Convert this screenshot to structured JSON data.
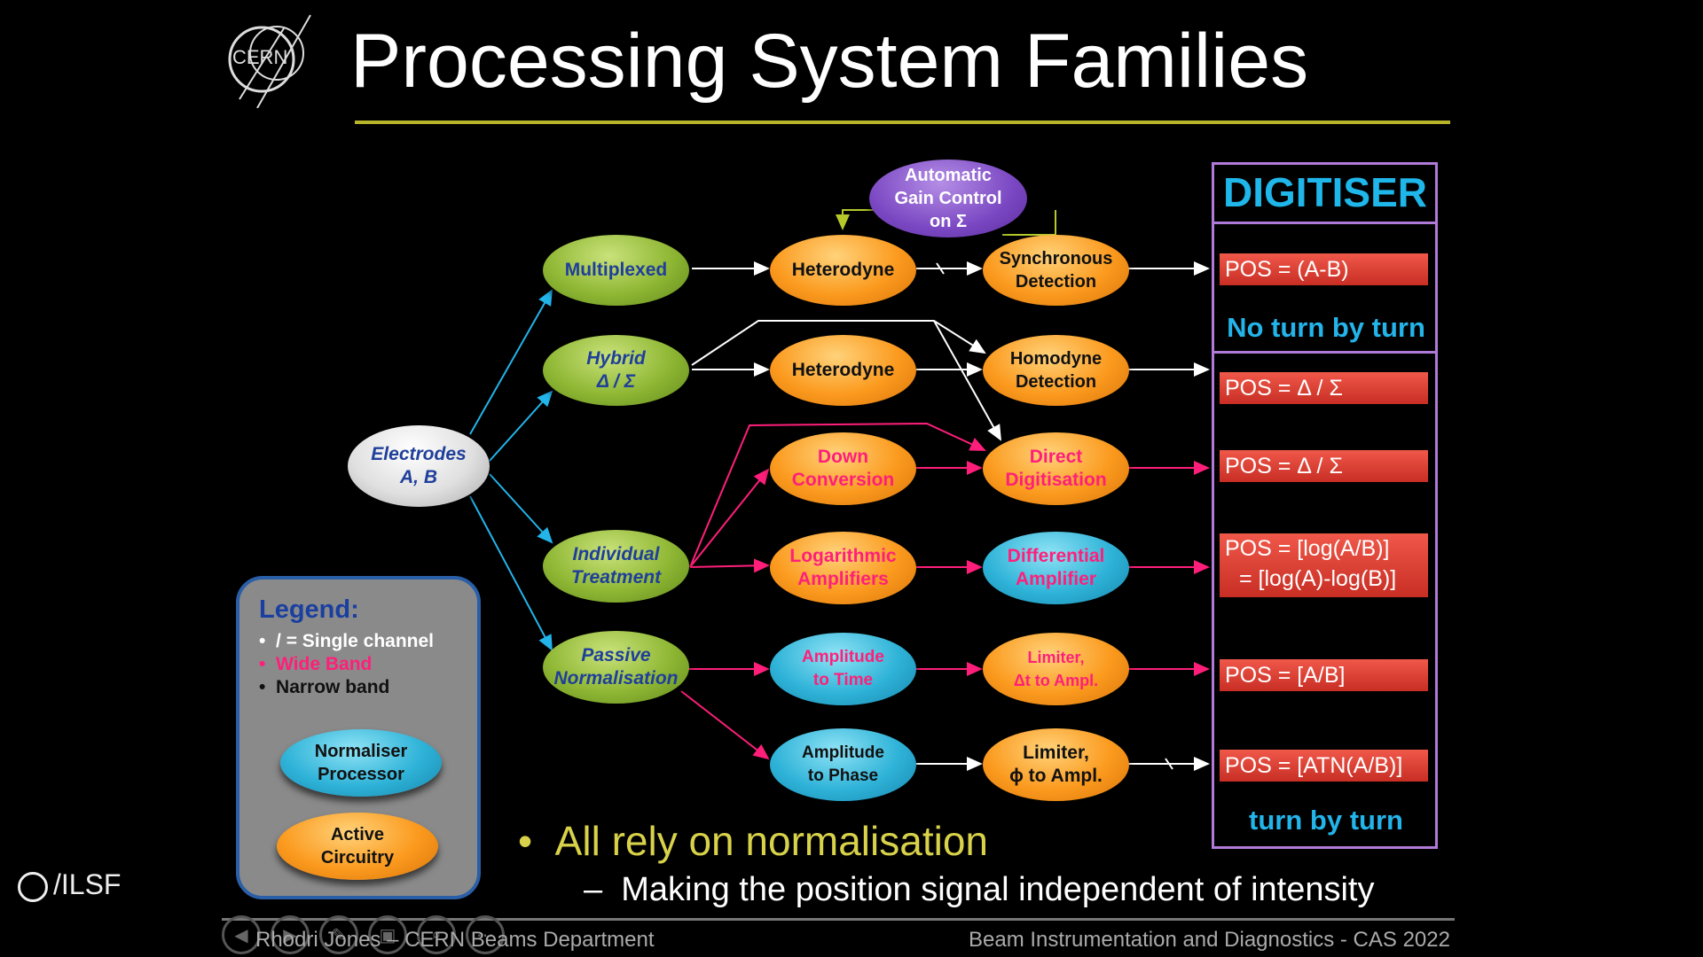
{
  "slide": {
    "title": "Processing System Families",
    "logo_text": "CERN"
  },
  "nodes": {
    "electrodes": "Electrodes\nA, B",
    "multiplexed": "Multiplexed",
    "hybrid": "Hybrid\nΔ / Σ",
    "individual": "Individual\nTreatment",
    "passive": "Passive\nNormalisation",
    "agc": "Automatic\nGain Control\non Σ",
    "heterodyne1": "Heterodyne",
    "heterodyne2": "Heterodyne",
    "down_conversion": "Down\nConversion",
    "log_amps": "Logarithmic\nAmplifiers",
    "amp_to_time": "Amplitude\nto Time",
    "amp_to_phase": "Amplitude\nto Phase",
    "sync_detection": "Synchronous\nDetection",
    "homodyne_detection": "Homodyne\nDetection",
    "direct_digitisation": "Direct\nDigitisation",
    "diff_amplifier": "Differential\nAmplifier",
    "limiter_dt": "Limiter,\nΔt to Ampl.",
    "limiter_phi": "Limiter,\nϕ to Ampl."
  },
  "digitiser": {
    "title": "DIGITISER",
    "pos1": "POS = (A-B)",
    "no_turn": "No turn by turn",
    "pos2": "POS = Δ / Σ",
    "pos3": "POS = Δ / Σ",
    "pos4_line1": "POS = [log(A/B)]",
    "pos4_line2": "= [log(A)-log(B)]",
    "pos5": "POS = [A/B]",
    "pos6": "POS = [ATN(A/B)]",
    "turn": "turn by turn"
  },
  "legend": {
    "title": "Legend:",
    "item1": "/ = Single channel",
    "item2": "Wide Band",
    "item3": "Narrow band",
    "normaliser": "Normaliser\nProcessor",
    "active": "Active\nCircuitry"
  },
  "bullets": {
    "main": "All rely on normalisation",
    "sub": "Making the position signal independent of intensity"
  },
  "footer": {
    "left": "Rhodri Jones – CERN Beams Department",
    "right": "Beam Instrumentation and Diagnostics - CAS 2022",
    "watermark": "/ILSF"
  },
  "colors": {
    "wide_band": "#ff1f7a",
    "narrow_band": "#ffffff",
    "cyan_arrow": "#23b4ea",
    "title_rule": "#b8b42a"
  }
}
